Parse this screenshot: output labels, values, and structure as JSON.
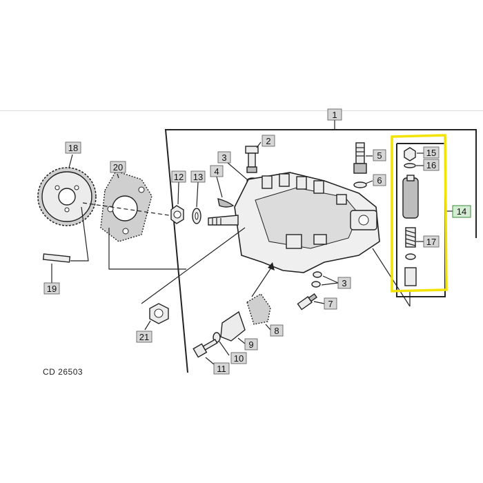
{
  "callouts": {
    "c1": "1",
    "c2": "2",
    "c3a": "3",
    "c3b": "3",
    "c4": "4",
    "c5": "5",
    "c6": "6",
    "c7": "7",
    "c8": "8",
    "c9": "9",
    "c10": "10",
    "c11": "11",
    "c12": "12",
    "c13": "13",
    "c14": "14",
    "c15": "15",
    "c16": "16",
    "c17": "17",
    "c18": "18",
    "c19": "19",
    "c20": "20",
    "c21": "21"
  },
  "figure_id": "CD 26503",
  "colors": {
    "highlight": "#f2e300",
    "callout_14_box": "#d4ecd4"
  }
}
